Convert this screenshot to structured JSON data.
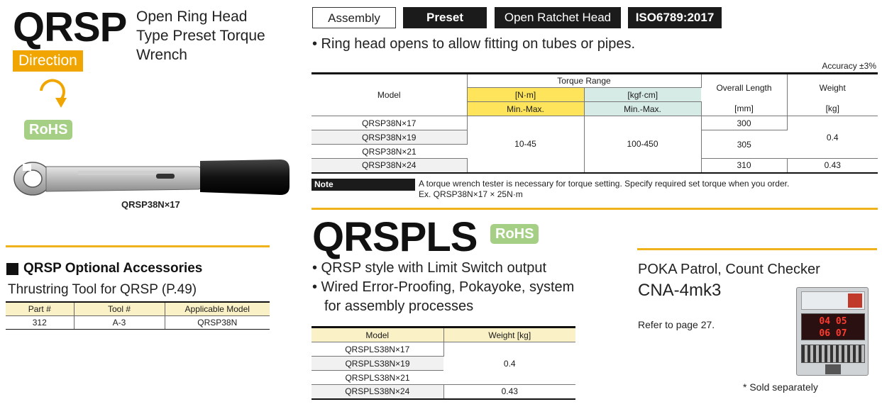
{
  "qrsp": {
    "title": "QRSP",
    "subtitle_lines": [
      "Open Ring Head",
      "Type Preset Torque",
      "Wrench"
    ],
    "direction_label": "Direction",
    "rohs_label": "RoHS",
    "product_caption": "QRSP38N×17",
    "tags": [
      "Assembly",
      "Preset",
      "Open Ratchet Head",
      "ISO6789:2017"
    ],
    "bullet": "• Ring head opens to allow fitting on tubes or pipes.",
    "accuracy": "Accuracy ±3%",
    "table": {
      "col_model": "Model",
      "col_torque_range": "Torque Range",
      "col_nm": "[N·m]",
      "col_kgfcm": "[kgf·cm]",
      "col_minmax_1": "Min.-Max.",
      "col_minmax_2": "Min.-Max.",
      "col_length": "Overall Length",
      "col_length_unit": "[mm]",
      "col_weight": "Weight",
      "col_weight_unit": "[kg]",
      "models": [
        "QRSP38N×17",
        "QRSP38N×19",
        "QRSP38N×21",
        "QRSP38N×24"
      ],
      "torque_nm": "10-45",
      "torque_kgfcm": "100-450",
      "lengths": [
        "300",
        "305",
        "310"
      ],
      "weights": [
        "0.4",
        "0.43"
      ]
    },
    "note_label": "Note",
    "note_line1": "A torque wrench tester is necessary for torque setting. Specify required set torque when you order.",
    "note_line2": "Ex. QRSP38N×17 × 25N·m"
  },
  "accessories": {
    "title": "QRSP Optional Accessories",
    "subtitle": "Thrustring Tool for QRSP (P.49)",
    "headers": [
      "Part #",
      "Tool #",
      "Applicable Model"
    ],
    "row": [
      "312",
      "A-3",
      "QRSP38N"
    ]
  },
  "qrspls": {
    "title": "QRSPLS",
    "rohs_label": "RoHS",
    "bullets": [
      "• QRSP style with Limit Switch output",
      "• Wired Error-Proofing, Pokayoke, system",
      "for assembly processes"
    ],
    "table": {
      "col_model": "Model",
      "col_weight": "Weight [kg]",
      "models": [
        "QRSPLS38N×17",
        "QRSPLS38N×19",
        "QRSPLS38N×21",
        "QRSPLS38N×24"
      ],
      "weights": [
        "0.4",
        "0.43"
      ]
    }
  },
  "poka": {
    "title": "POKA Patrol, Count Checker",
    "model": "CNA-4mk3",
    "refer": "Refer to page 27.",
    "sold": "* Sold separately",
    "display_top": "04 05",
    "display_bottom": "06 07"
  },
  "colors": {
    "accent_gold": "#f0b21a",
    "direction_orange": "#f0a500",
    "rohs_green": "#a6cf86",
    "header_yellow": "#fde45a",
    "header_teal": "#d7ebe6",
    "header_cream": "#fbf1c6"
  }
}
